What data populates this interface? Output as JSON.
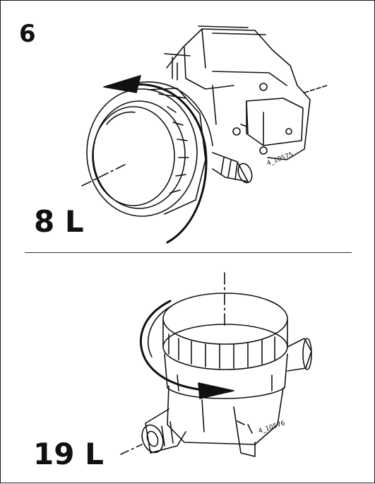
{
  "step": {
    "number": "6"
  },
  "figures": [
    {
      "capacity_label": "8 L",
      "part_number": "4_10575"
    },
    {
      "capacity_label": "19 L",
      "part_number": "4_10576"
    }
  ],
  "colors": {
    "ink": "#111111",
    "background": "#ffffff"
  }
}
